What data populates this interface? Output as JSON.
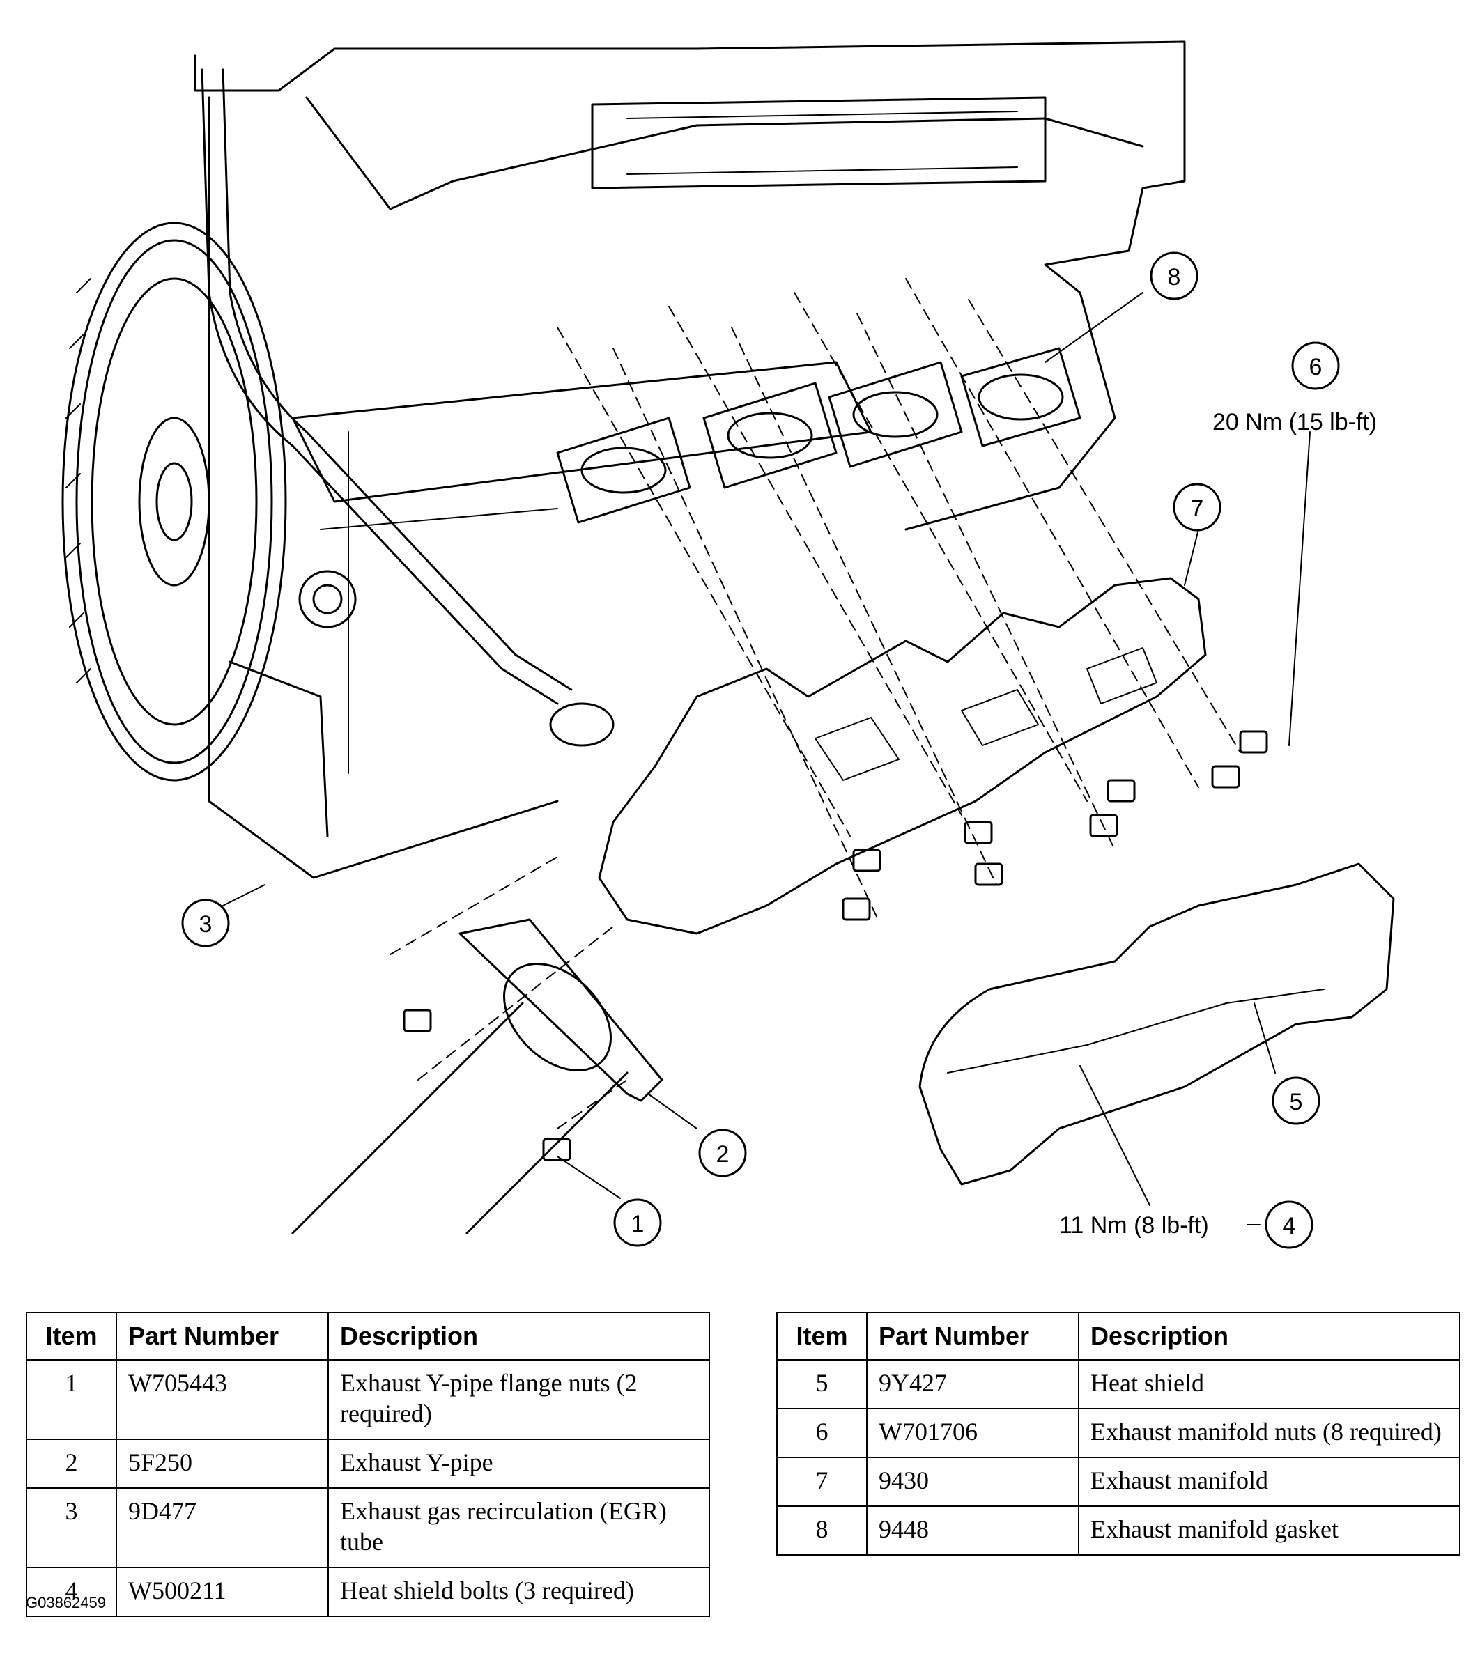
{
  "callouts": {
    "c1": "1",
    "c2": "2",
    "c3": "3",
    "c4": "4",
    "c5": "5",
    "c6": "6",
    "c7": "7",
    "c8": "8",
    "torque_6": "20 Nm (15 lb-ft)",
    "torque_4": "11 Nm (8 lb-ft)"
  },
  "table_headers": {
    "item": "Item",
    "part_number": "Part Number",
    "description": "Description"
  },
  "parts_left": [
    {
      "item": "1",
      "part": "W705443",
      "desc": "Exhaust Y-pipe flange nuts (2 required)"
    },
    {
      "item": "2",
      "part": "5F250",
      "desc": "Exhaust Y-pipe"
    },
    {
      "item": "3",
      "part": "9D477",
      "desc": "Exhaust gas recirculation (EGR) tube"
    },
    {
      "item": "4",
      "part": "W500211",
      "desc": "Heat shield bolts (3 required)"
    }
  ],
  "parts_right": [
    {
      "item": "5",
      "part": "9Y427",
      "desc": "Heat shield"
    },
    {
      "item": "6",
      "part": "W701706",
      "desc": "Exhaust manifold nuts (8 required)"
    },
    {
      "item": "7",
      "part": "9430",
      "desc": "Exhaust manifold"
    },
    {
      "item": "8",
      "part": "9448",
      "desc": "Exhaust manifold gasket"
    }
  ],
  "figure_id": "G03862459"
}
